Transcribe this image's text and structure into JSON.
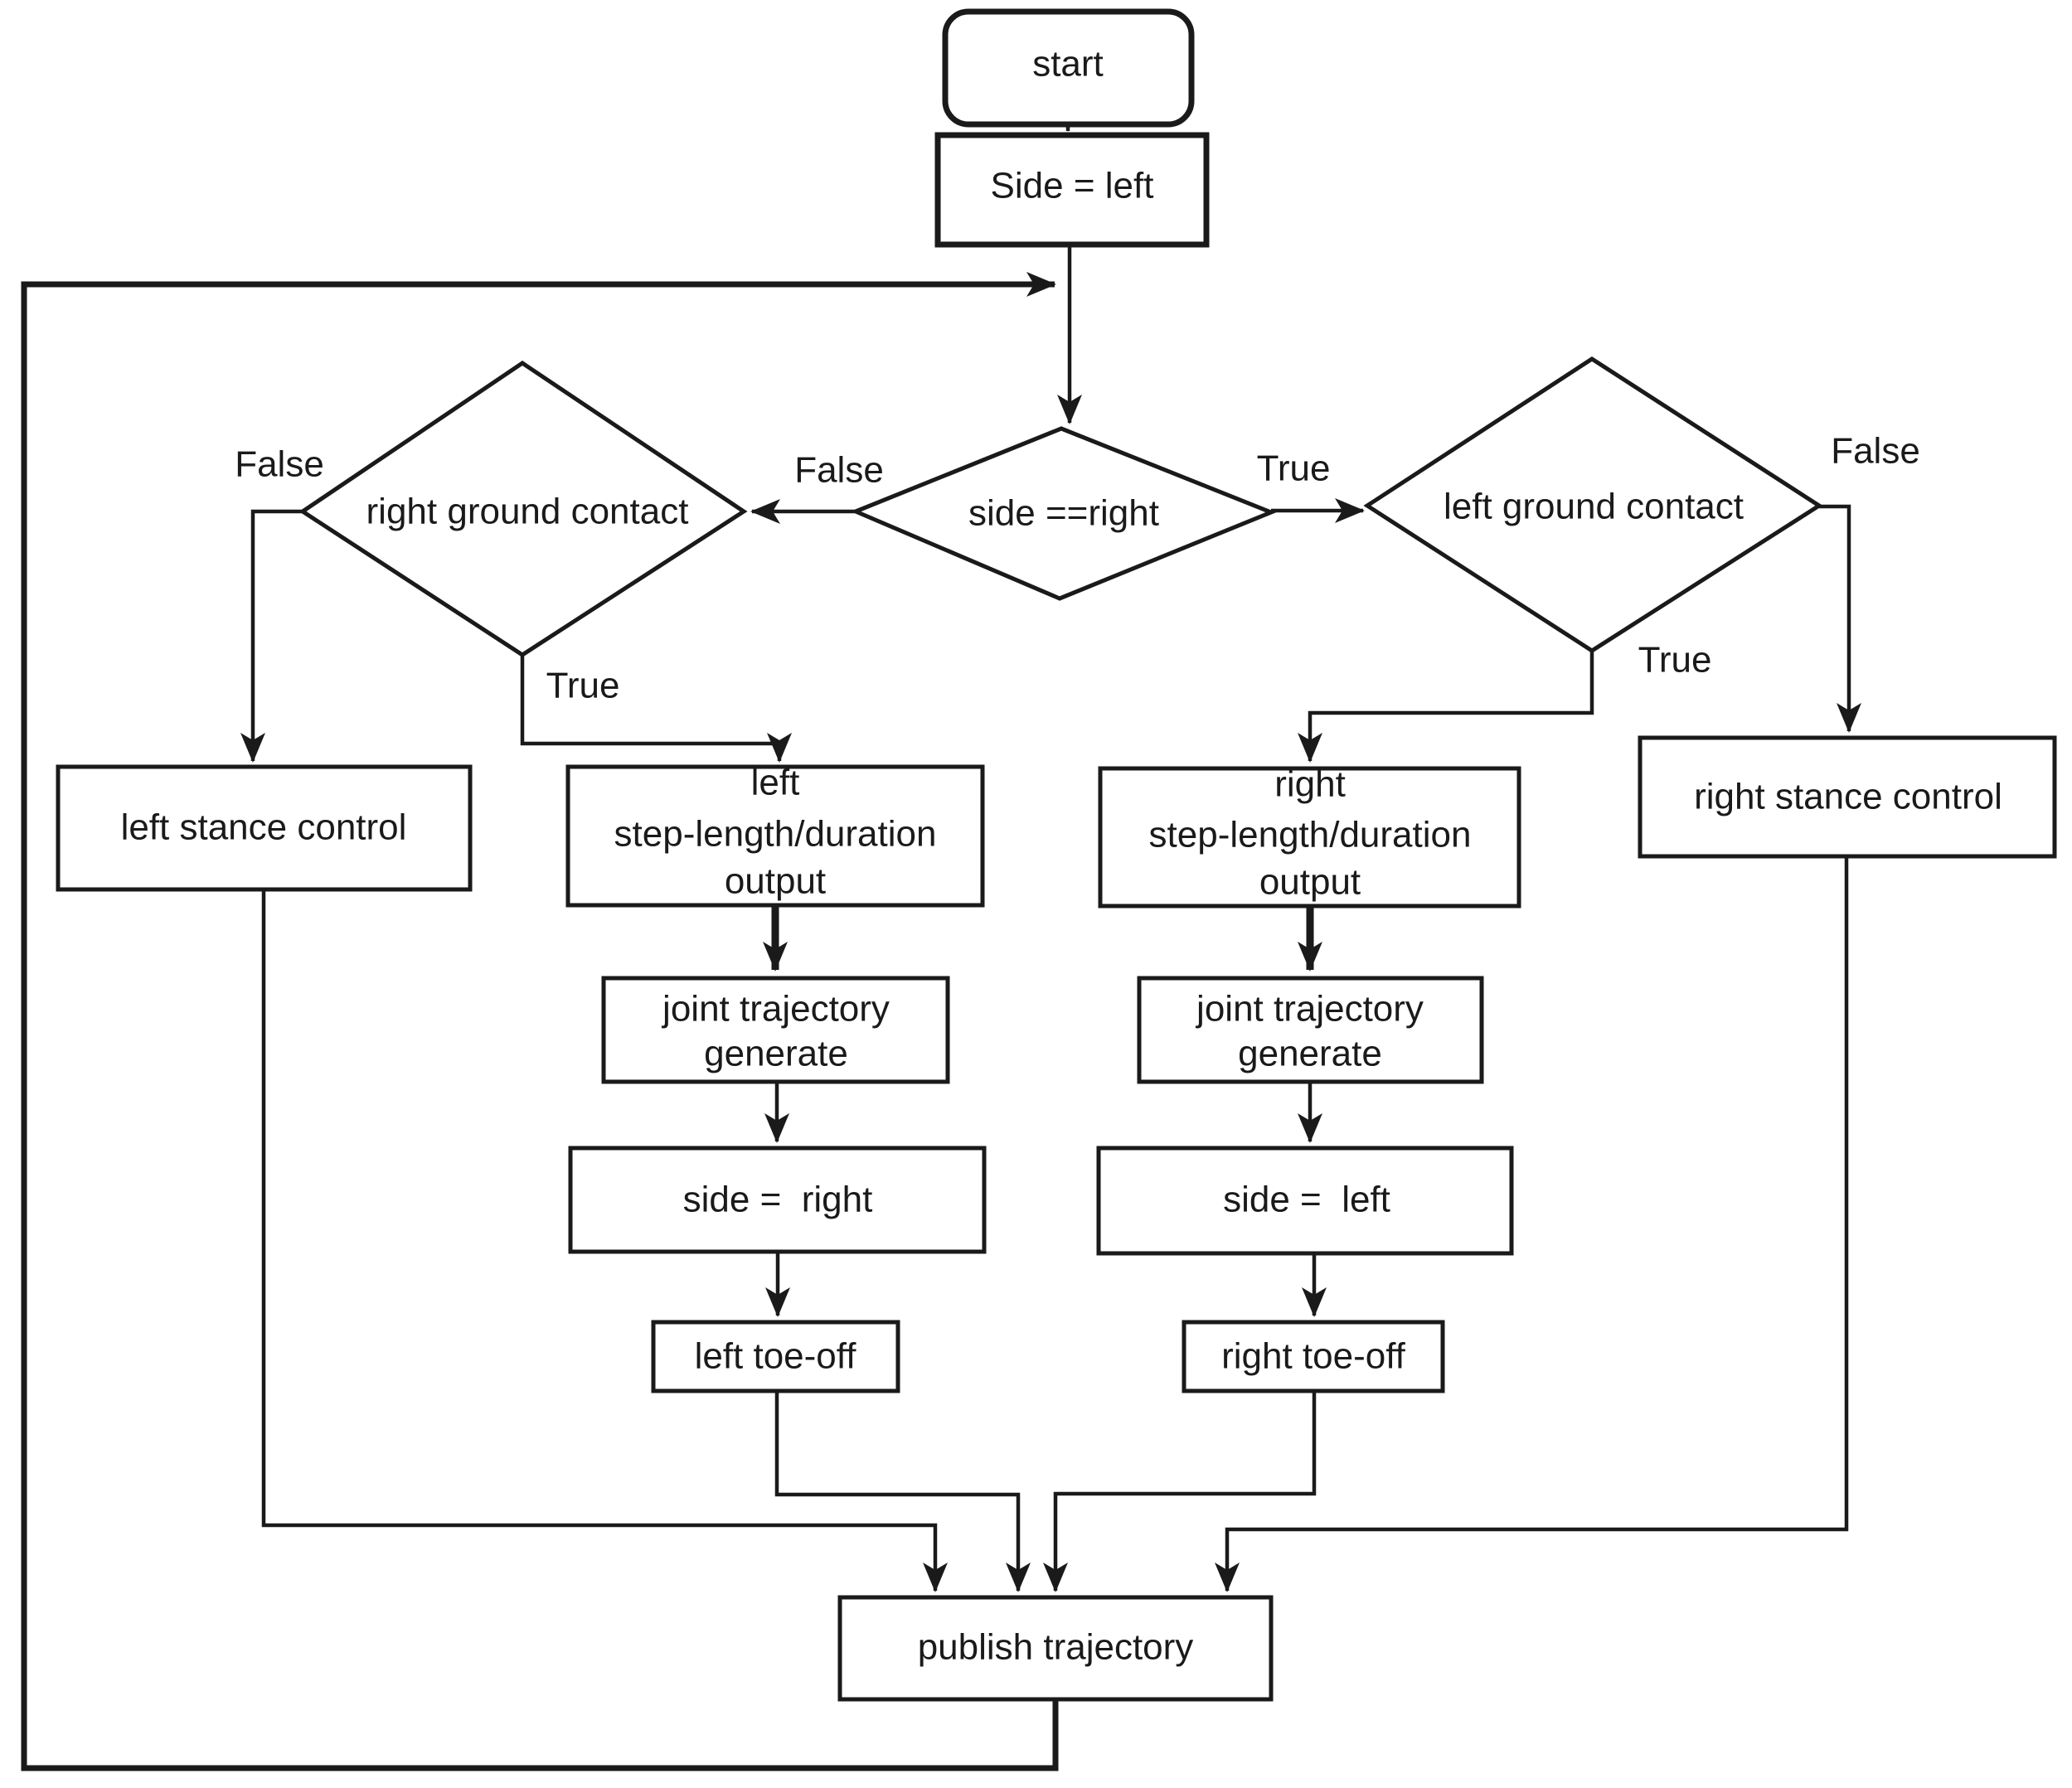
{
  "theme": {
    "ink": "#1a1a1a",
    "bg": "#ffffff"
  },
  "nodes": {
    "start": {
      "label": "start"
    },
    "init": {
      "label": "Side = left"
    },
    "decision_side": {
      "label": "side ==right",
      "false_label": "False",
      "true_label": "True"
    },
    "decision_right_contact": {
      "label": "right ground contact",
      "false_label": "False",
      "true_label": "True"
    },
    "decision_left_contact": {
      "label": "left ground contact",
      "false_label": "False",
      "true_label": "True"
    },
    "left_stance": {
      "label": "left stance control"
    },
    "left_step": {
      "line1": "left",
      "line2": "step-length/duration",
      "line3": "output"
    },
    "left_joint": {
      "line1": "joint trajectory",
      "line2": "generate"
    },
    "set_side_right": {
      "label": "side =  right"
    },
    "left_toe_off": {
      "label": "left toe-off"
    },
    "right_step": {
      "line1": "right",
      "line2": "step-length/duration",
      "line3": "output"
    },
    "right_joint": {
      "line1": "joint trajectory",
      "line2": "generate"
    },
    "set_side_left": {
      "label": "side =  left"
    },
    "right_toe_off": {
      "label": "right toe-off"
    },
    "right_stance": {
      "label": "right stance control"
    },
    "publish": {
      "label": "publish trajectory"
    }
  }
}
